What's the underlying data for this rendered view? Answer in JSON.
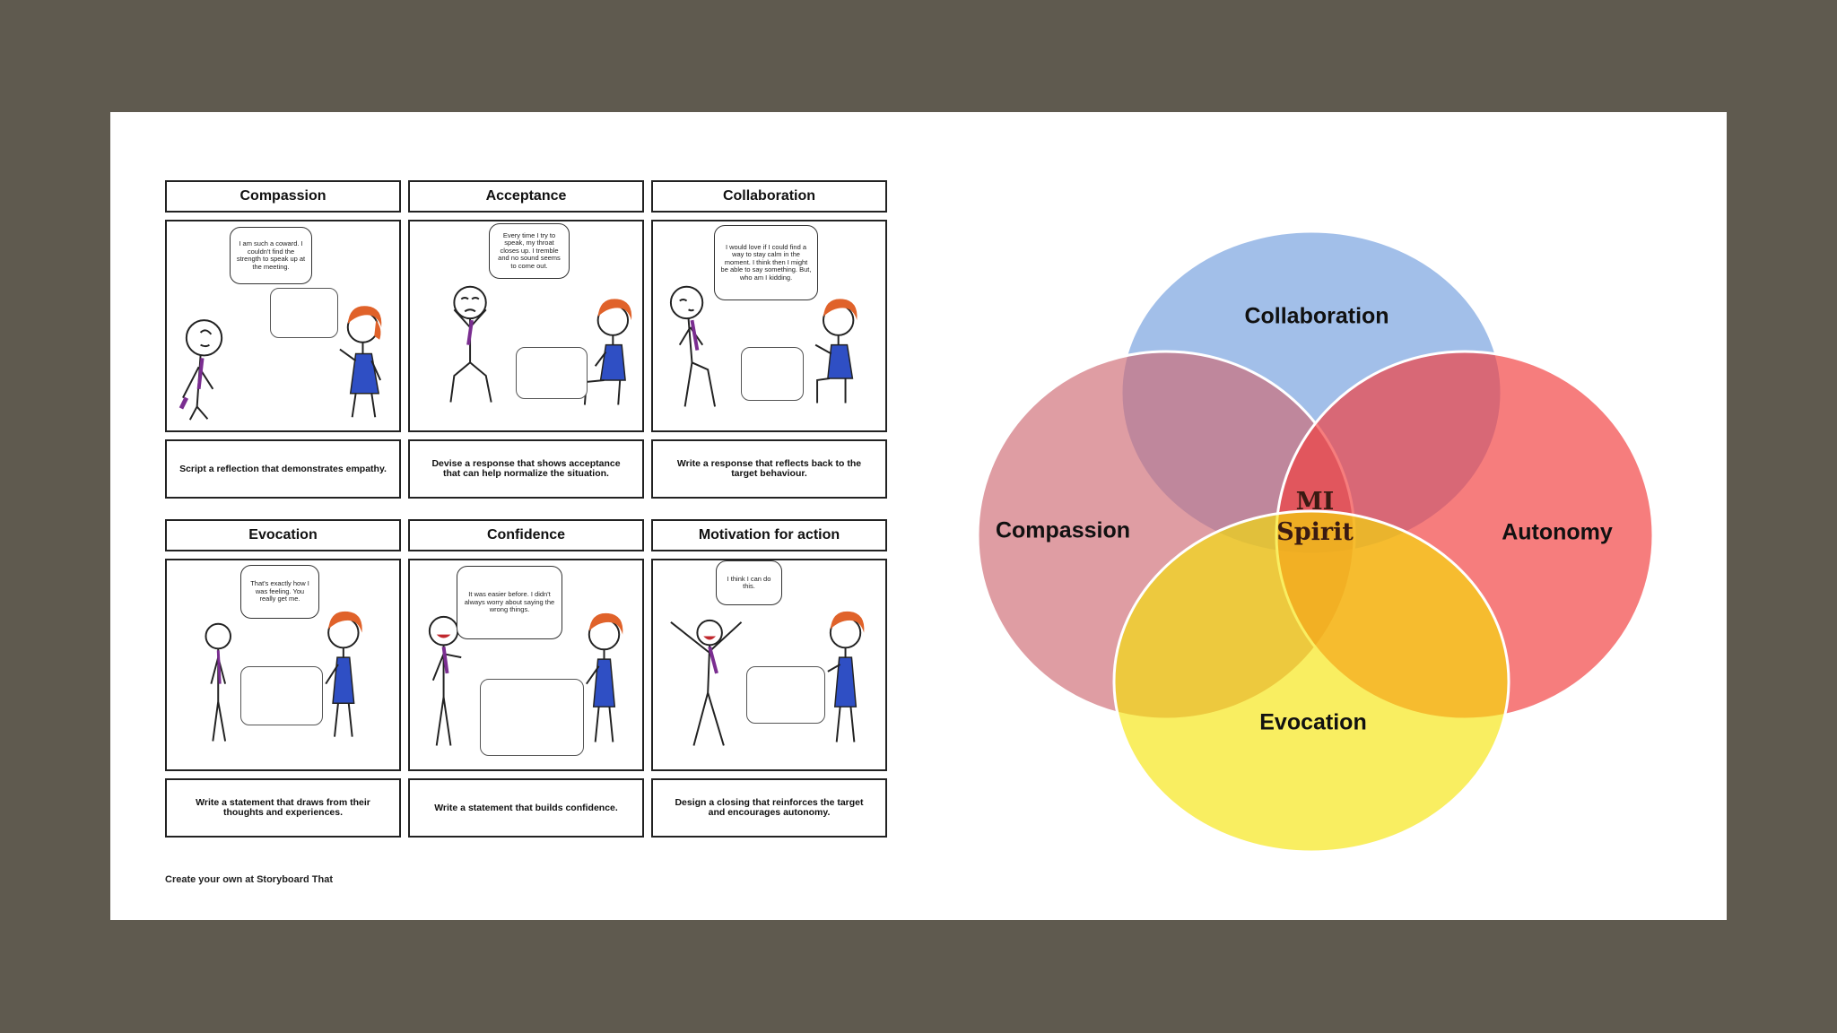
{
  "storyboard": {
    "panels": [
      {
        "title": "Compassion",
        "speech": "I am such a coward. I couldn't find the strength to speak up at the meeting.",
        "caption": "Script a reflection that demonstrates empathy."
      },
      {
        "title": "Acceptance",
        "speech": "Every time I try to speak, my throat closes up. I tremble and no sound seems to come out.",
        "caption": "Devise a response that shows acceptance that can help normalize the situation."
      },
      {
        "title": "Collaboration",
        "speech": "I would love if I could find a way to stay calm in the moment. I think then I might be able to say something. But, who am I kidding.",
        "caption": "Write a response that reflects back to the target behaviour."
      },
      {
        "title": "Evocation",
        "speech": "That's exactly how I was feeling. You really get me.",
        "caption": "Write a statement that draws from their thoughts and experiences."
      },
      {
        "title": "Confidence",
        "speech": "It was easier before. I didn't always worry about saying the wrong things.",
        "caption": "Write a statement that builds confidence."
      },
      {
        "title": "Motivation for action",
        "speech": "I think I can do this.",
        "caption": "Design a closing that reinforces the target and encourages autonomy."
      }
    ],
    "footer": "Create your own at Storyboard That"
  },
  "venn": {
    "circles": [
      {
        "label": "Collaboration",
        "color": "#7ea6e0"
      },
      {
        "label": "Compassion",
        "color": "#d16a72"
      },
      {
        "label": "Autonomy",
        "color": "#f24848"
      },
      {
        "label": "Evocation",
        "color": "#f4e200"
      }
    ],
    "center": {
      "line1": "MI",
      "line2": "Spirit"
    }
  },
  "colors": {
    "frame": "#5f5a4f",
    "slide": "#ffffff",
    "suit": "#2f4fc4",
    "hair": "#e0622a",
    "tie": "#7a2d90"
  }
}
